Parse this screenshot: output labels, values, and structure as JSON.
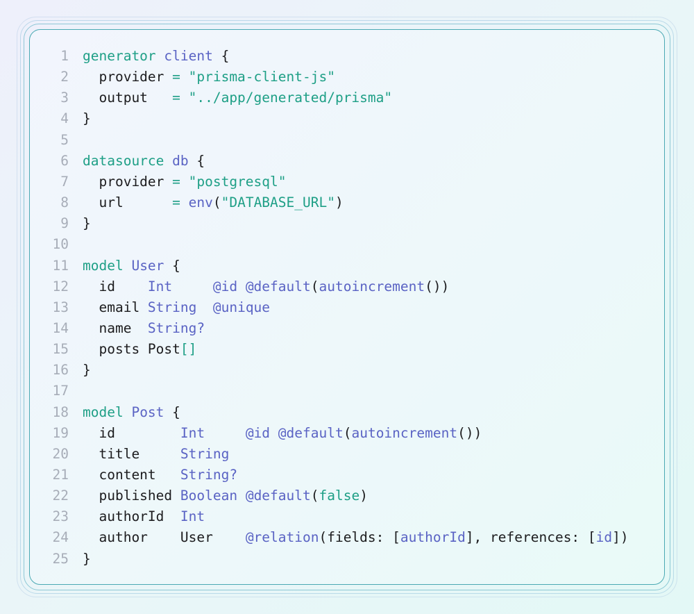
{
  "editor": {
    "lines": [
      {
        "n": "1",
        "tokens": [
          [
            "k",
            "generator"
          ],
          [
            "d",
            " "
          ],
          [
            "t",
            "client"
          ],
          [
            "d",
            " {"
          ]
        ]
      },
      {
        "n": "2",
        "tokens": [
          [
            "d",
            "  provider "
          ],
          [
            "s",
            "= \"prisma-client-js\""
          ]
        ]
      },
      {
        "n": "3",
        "tokens": [
          [
            "d",
            "  output   "
          ],
          [
            "s",
            "= \"../app/generated/prisma\""
          ]
        ]
      },
      {
        "n": "4",
        "tokens": [
          [
            "d",
            "}"
          ]
        ]
      },
      {
        "n": "5",
        "tokens": []
      },
      {
        "n": "6",
        "tokens": [
          [
            "k",
            "datasource"
          ],
          [
            "d",
            " "
          ],
          [
            "t",
            "db"
          ],
          [
            "d",
            " {"
          ]
        ]
      },
      {
        "n": "7",
        "tokens": [
          [
            "d",
            "  provider "
          ],
          [
            "s",
            "= \"postgresql\""
          ]
        ]
      },
      {
        "n": "8",
        "tokens": [
          [
            "d",
            "  url      "
          ],
          [
            "s",
            "= "
          ],
          [
            "t",
            "env"
          ],
          [
            "d",
            "("
          ],
          [
            "s",
            "\"DATABASE_URL\""
          ],
          [
            "d",
            ")"
          ]
        ]
      },
      {
        "n": "9",
        "tokens": [
          [
            "d",
            "}"
          ]
        ]
      },
      {
        "n": "10",
        "tokens": []
      },
      {
        "n": "11",
        "tokens": [
          [
            "k",
            "model"
          ],
          [
            "d",
            " "
          ],
          [
            "t",
            "User"
          ],
          [
            "d",
            " {"
          ]
        ]
      },
      {
        "n": "12",
        "tokens": [
          [
            "d",
            "  id    "
          ],
          [
            "t",
            "Int"
          ],
          [
            "d",
            "     "
          ],
          [
            "t",
            "@id @default"
          ],
          [
            "d",
            "("
          ],
          [
            "t",
            "autoincrement"
          ],
          [
            "d",
            "())"
          ]
        ]
      },
      {
        "n": "13",
        "tokens": [
          [
            "d",
            "  email "
          ],
          [
            "t",
            "String"
          ],
          [
            "d",
            "  "
          ],
          [
            "t",
            "@unique"
          ]
        ]
      },
      {
        "n": "14",
        "tokens": [
          [
            "d",
            "  name  "
          ],
          [
            "t",
            "String?"
          ]
        ]
      },
      {
        "n": "15",
        "tokens": [
          [
            "d",
            "  posts Post"
          ],
          [
            "s",
            "[]"
          ]
        ]
      },
      {
        "n": "16",
        "tokens": [
          [
            "d",
            "}"
          ]
        ]
      },
      {
        "n": "17",
        "tokens": []
      },
      {
        "n": "18",
        "tokens": [
          [
            "k",
            "model"
          ],
          [
            "d",
            " "
          ],
          [
            "t",
            "Post"
          ],
          [
            "d",
            " {"
          ]
        ]
      },
      {
        "n": "19",
        "tokens": [
          [
            "d",
            "  id        "
          ],
          [
            "t",
            "Int"
          ],
          [
            "d",
            "     "
          ],
          [
            "t",
            "@id @default"
          ],
          [
            "d",
            "("
          ],
          [
            "t",
            "autoincrement"
          ],
          [
            "d",
            "())"
          ]
        ]
      },
      {
        "n": "20",
        "tokens": [
          [
            "d",
            "  title     "
          ],
          [
            "t",
            "String"
          ]
        ]
      },
      {
        "n": "21",
        "tokens": [
          [
            "d",
            "  content   "
          ],
          [
            "t",
            "String?"
          ]
        ]
      },
      {
        "n": "22",
        "tokens": [
          [
            "d",
            "  published "
          ],
          [
            "t",
            "Boolean"
          ],
          [
            "d",
            " "
          ],
          [
            "t",
            "@default"
          ],
          [
            "d",
            "("
          ],
          [
            "s",
            "false"
          ],
          [
            "d",
            ")"
          ]
        ]
      },
      {
        "n": "23",
        "tokens": [
          [
            "d",
            "  authorId  "
          ],
          [
            "t",
            "Int"
          ]
        ]
      },
      {
        "n": "24",
        "tokens": [
          [
            "d",
            "  author    User    "
          ],
          [
            "t",
            "@relation"
          ],
          [
            "d",
            "(fields: ["
          ],
          [
            "t",
            "authorId"
          ],
          [
            "d",
            "], references: ["
          ],
          [
            "t",
            "id"
          ],
          [
            "d",
            "])"
          ]
        ]
      },
      {
        "n": "25",
        "tokens": [
          [
            "d",
            "}"
          ]
        ]
      }
    ]
  },
  "colors": {
    "keyword": "#1e9f86",
    "type": "#5a63c4",
    "string": "#1e9f86",
    "default": "#1c1c1e",
    "line_number": "#a7adb8",
    "border": "#4aa9b3"
  }
}
